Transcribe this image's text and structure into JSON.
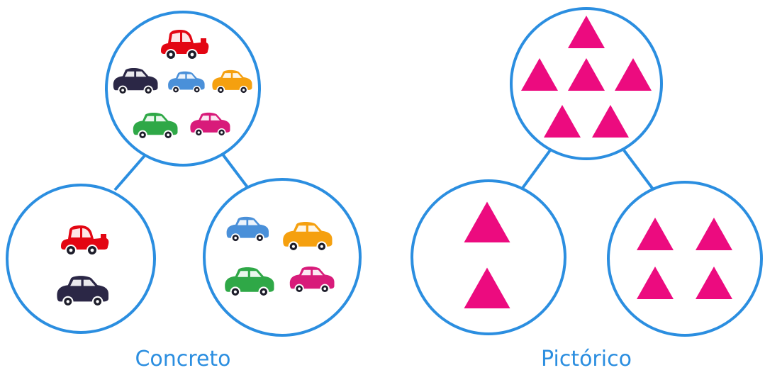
{
  "colors": {
    "line": "#2b8ee0",
    "triangle": "#ec0b7f",
    "label": "#2b8ee0",
    "car_red": "#e30613",
    "car_navy": "#2b2746",
    "car_blue": "#4a90d9",
    "car_orange": "#f5a00f",
    "car_green": "#2fa847",
    "car_pink": "#d81b7a"
  },
  "diagrams": [
    {
      "label": "Concreto",
      "kind": "cars",
      "whole": [
        "red-car",
        "navy-car",
        "blue-car",
        "orange-car",
        "green-car",
        "pink-car"
      ],
      "part_left": [
        "red-car",
        "navy-car"
      ],
      "part_right": [
        "blue-car",
        "orange-car",
        "green-car",
        "pink-car"
      ]
    },
    {
      "label": "Pictórico",
      "kind": "triangles",
      "whole_count": 6,
      "part_left_count": 2,
      "part_right_count": 4
    }
  ]
}
